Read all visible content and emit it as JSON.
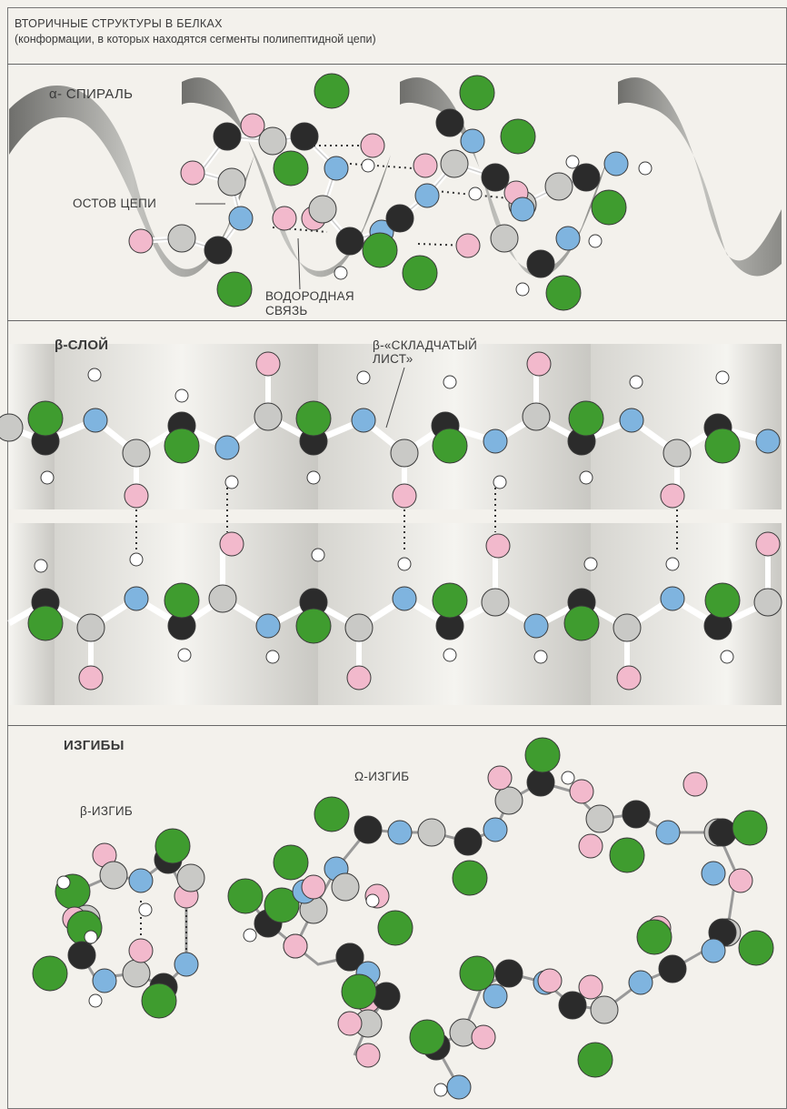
{
  "header": {
    "title": "ВТОРИЧНЫЕ СТРУКТУРЫ В БЕЛКАХ",
    "subtitle": "(конформации, в которых находятся сегменты полипептидной цепи)"
  },
  "alpha": {
    "title": "α- СПИРАЛЬ",
    "backbone_label": "ОСТОВ ЦЕПИ",
    "hbond_label_line1": "ВОДОРОДНАЯ",
    "hbond_label_line2": "СВЯЗЬ"
  },
  "beta": {
    "title": "β-СЛОЙ",
    "sheet_label_line1": "β-«СКЛАДЧАТЫЙ",
    "sheet_label_line2": "ЛИСТ»"
  },
  "turns": {
    "title": "ИЗГИБЫ",
    "beta_turn": "β-ИЗГИБ",
    "omega_turn": "Ω-ИЗГИБ"
  },
  "colors": {
    "carbon_alpha": "#2b2b2b",
    "carbon": "#c9c9c6",
    "nitrogen": "#7fb4df",
    "oxygen": "#f2b9cc",
    "hydrogen": "#ffffff",
    "side_chain": "#3f9c2f",
    "ribbon": "#a9a9a6"
  }
}
